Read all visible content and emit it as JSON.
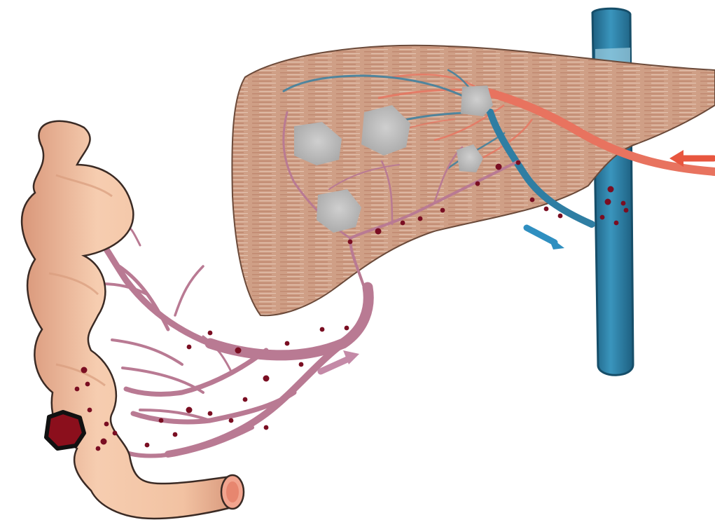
{
  "colors": {
    "background": "#ffffff",
    "liver_fill": "#cf9f86",
    "liver_stripe": "#b87c63",
    "liver_outline": "#6b4a3a",
    "intestine_fill": "#f4c8a8",
    "intestine_shade": "#d99c7d",
    "intestine_outline": "#3a2a24",
    "portal_vein": "#b97a93",
    "portal_vein_outline": "#6e3a50",
    "hepatic_vein": "#2f7ea3",
    "vena_cava": "#2b7fa6",
    "vena_cava_outline": "#164e69",
    "hepatic_artery": "#e8735f",
    "metastasis_fill": "#b9b9b9",
    "tumor_cell": "#7a0e22",
    "primary_tumor": "#8b0f1c",
    "primary_tumor_border": "#111111",
    "arrow_portal": "#c48aa7",
    "arrow_venous": "#2f8fc0",
    "arrow_arterial": "#e8563f"
  },
  "structures": [
    {
      "name": "liver",
      "icon": "liver-organ"
    },
    {
      "name": "colon",
      "icon": "intestine-organ"
    },
    {
      "name": "primary-tumor",
      "icon": "tumor-mass"
    },
    {
      "name": "liver-metastases",
      "count": 5,
      "icon": "metastasis-nodule"
    },
    {
      "name": "mesenteric-portal-veins",
      "icon": "vein-tree"
    },
    {
      "name": "hepatic-artery",
      "icon": "artery"
    },
    {
      "name": "inferior-vena-cava",
      "icon": "vein"
    },
    {
      "name": "flow-arrows",
      "count": 3,
      "icon": "arrow"
    }
  ]
}
